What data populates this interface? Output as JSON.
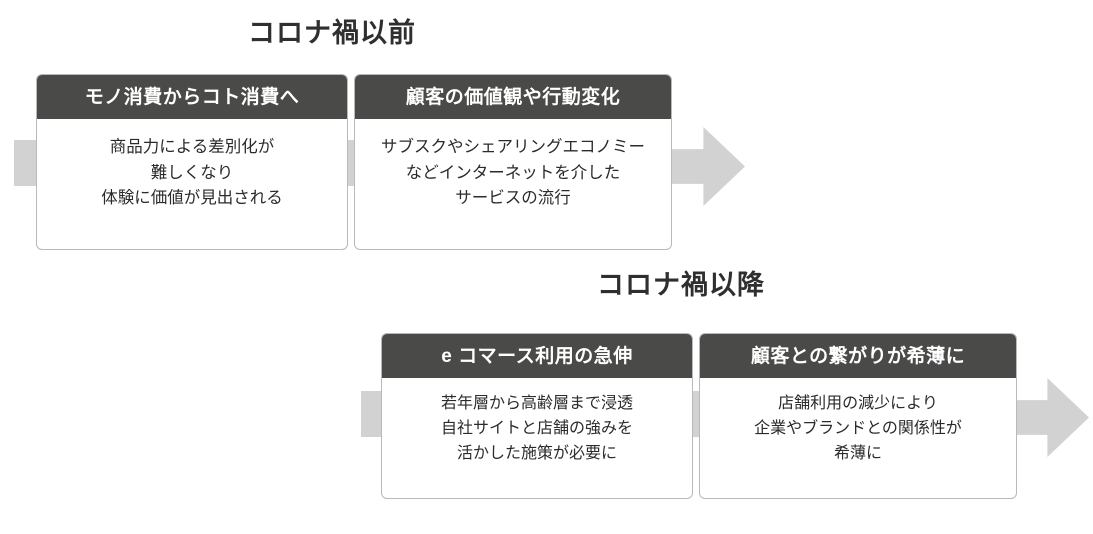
{
  "diagram": {
    "type": "two-row-flow",
    "accent_dark": "#4A4A48",
    "accent_gray": "#D2D2D2",
    "sections": [
      {
        "id": "before",
        "title": "コロナ禍以前",
        "cards": [
          {
            "id": "mono",
            "header": "モノ消費からコト消費へ",
            "body": "商品力による差別化が\n難しくなり\n体験に価値が見出される"
          },
          {
            "id": "kyaku",
            "header": "顧客の価値観や行動変化",
            "body": "サブスクやシェアリングエコノミー\nなどインターネットを介した\nサービスの流行"
          }
        ]
      },
      {
        "id": "after",
        "title": "コロナ禍以降",
        "cards": [
          {
            "id": "ecom",
            "header": "e コマース利用の急伸",
            "body": "若年層から高齢層まで浸透\n自社サイトと店舗の強みを\n活かした施策が必要に"
          },
          {
            "id": "kihaku",
            "header": "顧客との繋がりが希薄に",
            "body": "店舗利用の減少により\n企業やブランドとの関係性が\n希薄に"
          }
        ]
      }
    ],
    "arrows": [
      {
        "id": "row1",
        "name": "right-arrow-icon"
      },
      {
        "id": "row2",
        "name": "right-arrow-icon"
      }
    ]
  }
}
